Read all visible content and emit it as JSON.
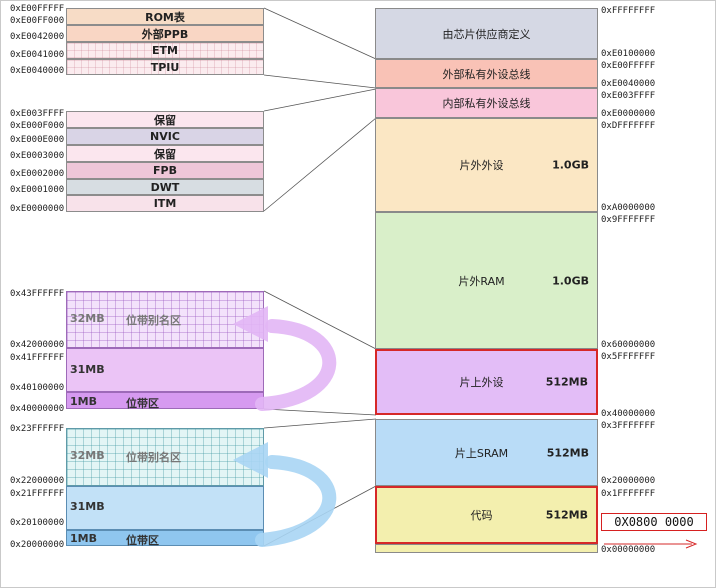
{
  "ppb_external": {
    "blocks": [
      {
        "label": "ROM表",
        "color": "#f7dcc6"
      },
      {
        "label": "外部PPB",
        "color": "#f9d6c4"
      },
      {
        "label": "ETM",
        "color": "#fbecef"
      },
      {
        "label": "TPIU",
        "color": "#fbe3e8"
      }
    ],
    "addresses": [
      "0xE00FFFFF",
      "0xE00FF000",
      "0xE0042000",
      "0xE0041000",
      "0xE0040000"
    ]
  },
  "ppb_internal": {
    "blocks": [
      {
        "label": "保留",
        "color": "#fbe6ee"
      },
      {
        "label": "NVIC",
        "color": "#d9d4e6"
      },
      {
        "label": "保留",
        "color": "#fbe6ee"
      },
      {
        "label": "FPB",
        "color": "#eec6d8"
      },
      {
        "label": "DWT",
        "color": "#d7dde2"
      },
      {
        "label": "ITM",
        "color": "#f8e2ea"
      }
    ],
    "addresses": [
      "0xE003FFFF",
      "0xE000F000",
      "0xE000E000",
      "0xE0003000",
      "0xE0002000",
      "0xE0001000",
      "0xE0000000"
    ]
  },
  "peripheral_bitband": {
    "alias_label": "32MB",
    "alias_name": "位带别名区",
    "middle_label": "31MB",
    "region_label": "1MB",
    "region_name": "位带区",
    "addresses": [
      "0x43FFFFFF",
      "0x42000000",
      "0x41FFFFFF",
      "0x40100000",
      "0x40000000"
    ]
  },
  "sram_bitband": {
    "alias_label": "32MB",
    "alias_name": "位带别名区",
    "middle_label": "31MB",
    "region_label": "1MB",
    "region_name": "位带区",
    "addresses": [
      "0x23FFFFFF",
      "0x22000000",
      "0x21FFFFFF",
      "0x20100000",
      "0x20000000"
    ]
  },
  "memory_map": {
    "regions": [
      {
        "name": "由芯片供应商定义",
        "size": "",
        "color": "#d5d8e4"
      },
      {
        "name": "外部私有外设总线",
        "size": "",
        "color": "#f9c2b6"
      },
      {
        "name": "内部私有外设总线",
        "size": "",
        "color": "#f9c6da"
      },
      {
        "name": "片外外设",
        "size": "1.0GB",
        "color": "#fbe7c4"
      },
      {
        "name": "片外RAM",
        "size": "1.0GB",
        "color": "#d9efc9"
      },
      {
        "name": "片上外设",
        "size": "512MB",
        "color": "#e3bdf7"
      },
      {
        "name": "片上SRAM",
        "size": "512MB",
        "color": "#b9dcf7"
      },
      {
        "name": "代码",
        "size": "512MB",
        "color": "#f3efae"
      }
    ],
    "highlight_color": "#d62828",
    "addresses": [
      "0xFFFFFFFF",
      "0xE0100000",
      "0xE00FFFFF",
      "0xE0040000",
      "0xE003FFFF",
      "0xE0000000",
      "0xDFFFFFFF",
      "0xA0000000",
      "0x9FFFFFFF",
      "0x60000000",
      "0x5FFFFFFF",
      "0x40000000",
      "0x3FFFFFFF",
      "0x20000000",
      "0x1FFFFFFF",
      "0x00000000"
    ]
  },
  "callout": {
    "text": "0X0800 0000"
  }
}
